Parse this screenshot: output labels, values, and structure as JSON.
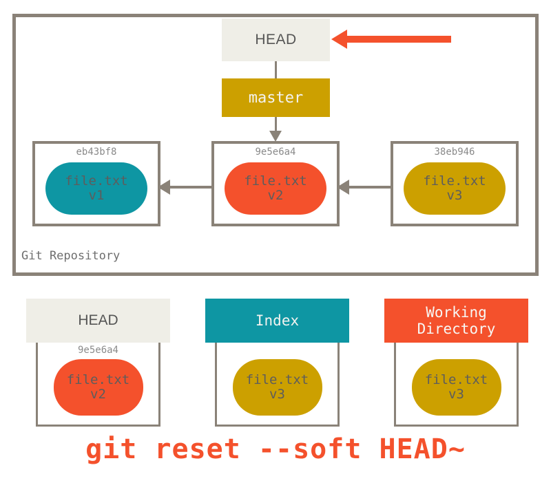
{
  "diagram": {
    "title": "git reset --soft HEAD~",
    "repository": {
      "label": "Git Repository",
      "head_pointer": {
        "label": "HEAD"
      },
      "branch": {
        "label": "master"
      },
      "commits": [
        {
          "hash": "eb43bf8",
          "file": "file.txt",
          "version": "v1",
          "color": "#0e96a3"
        },
        {
          "hash": "9e5e6a4",
          "file": "file.txt",
          "version": "v2",
          "color": "#f4512c"
        },
        {
          "hash": "38eb946",
          "file": "file.txt",
          "version": "v3",
          "color": "#cca000"
        }
      ]
    },
    "areas": [
      {
        "name": "HEAD",
        "header_color": "#efeee7",
        "hash": "9e5e6a4",
        "file": "file.txt",
        "version": "v2",
        "blob_color": "#f4512c"
      },
      {
        "name": "Index",
        "header_color": "#0e96a3",
        "hash": "",
        "file": "file.txt",
        "version": "v3",
        "blob_color": "#cca000"
      },
      {
        "name_line1": "Working",
        "name_line2": "Directory",
        "header_color": "#f4512c",
        "hash": "",
        "file": "file.txt",
        "version": "v3",
        "blob_color": "#cca000"
      }
    ],
    "annotation": {
      "arrow": "red-left-arrow-to-head",
      "arrow_color": "#f4512c"
    },
    "colors": {
      "frame": "#8a8278",
      "teal": "#0e96a3",
      "yellow": "#cca000",
      "red": "#f4512c",
      "offwhite": "#efeee7",
      "text_gray": "#5d5d5d",
      "hash_gray": "#8a8a8a"
    }
  }
}
